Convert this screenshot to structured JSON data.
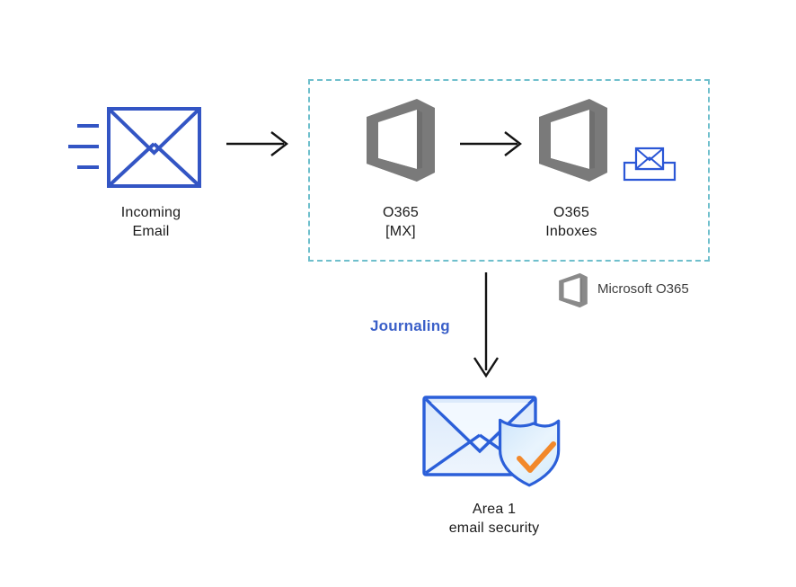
{
  "diagram": {
    "title": "Microsoft O365 journaling to Area 1 email security",
    "colors": {
      "envelope_blue": "#3355c4",
      "dashed_border_teal": "#6fbfcc",
      "o365_grey": "#7a7a7a",
      "arrow_black": "#141414",
      "journaling_blue": "#3a5fc8",
      "shield_orange": "#f2882a",
      "envelope_fill_light": "#dceafb",
      "caption_text": "#1a1a1a",
      "legend_text": "#3d3d3d",
      "background": "#ffffff"
    },
    "nodes": {
      "incoming_email": {
        "icon": "envelope-with-motion-lines-icon",
        "caption": "Incoming\nEmail"
      },
      "o365_mx": {
        "icon": "office-365-logo-icon",
        "caption": "O365\n[MX]"
      },
      "o365_inboxes": {
        "icon": "office-365-logo-icon",
        "caption": "O365\nInboxes"
      },
      "inbox_tray": {
        "icon": "inbox-tray-envelope-icon"
      },
      "area1": {
        "icon": "envelope-shield-check-icon",
        "caption": "Area 1\nemail security"
      }
    },
    "group_box": {
      "name": "microsoft-o365-boundary",
      "style": "dashed"
    },
    "connectors": {
      "incoming_to_mx": {
        "direction": "right",
        "label": ""
      },
      "mx_to_inboxes": {
        "direction": "right",
        "label": ""
      },
      "inboxes_to_area1": {
        "direction": "down",
        "label": "Journaling"
      }
    },
    "legend": {
      "logo_icon": "office-365-logo-icon",
      "label": "Microsoft O365"
    }
  }
}
